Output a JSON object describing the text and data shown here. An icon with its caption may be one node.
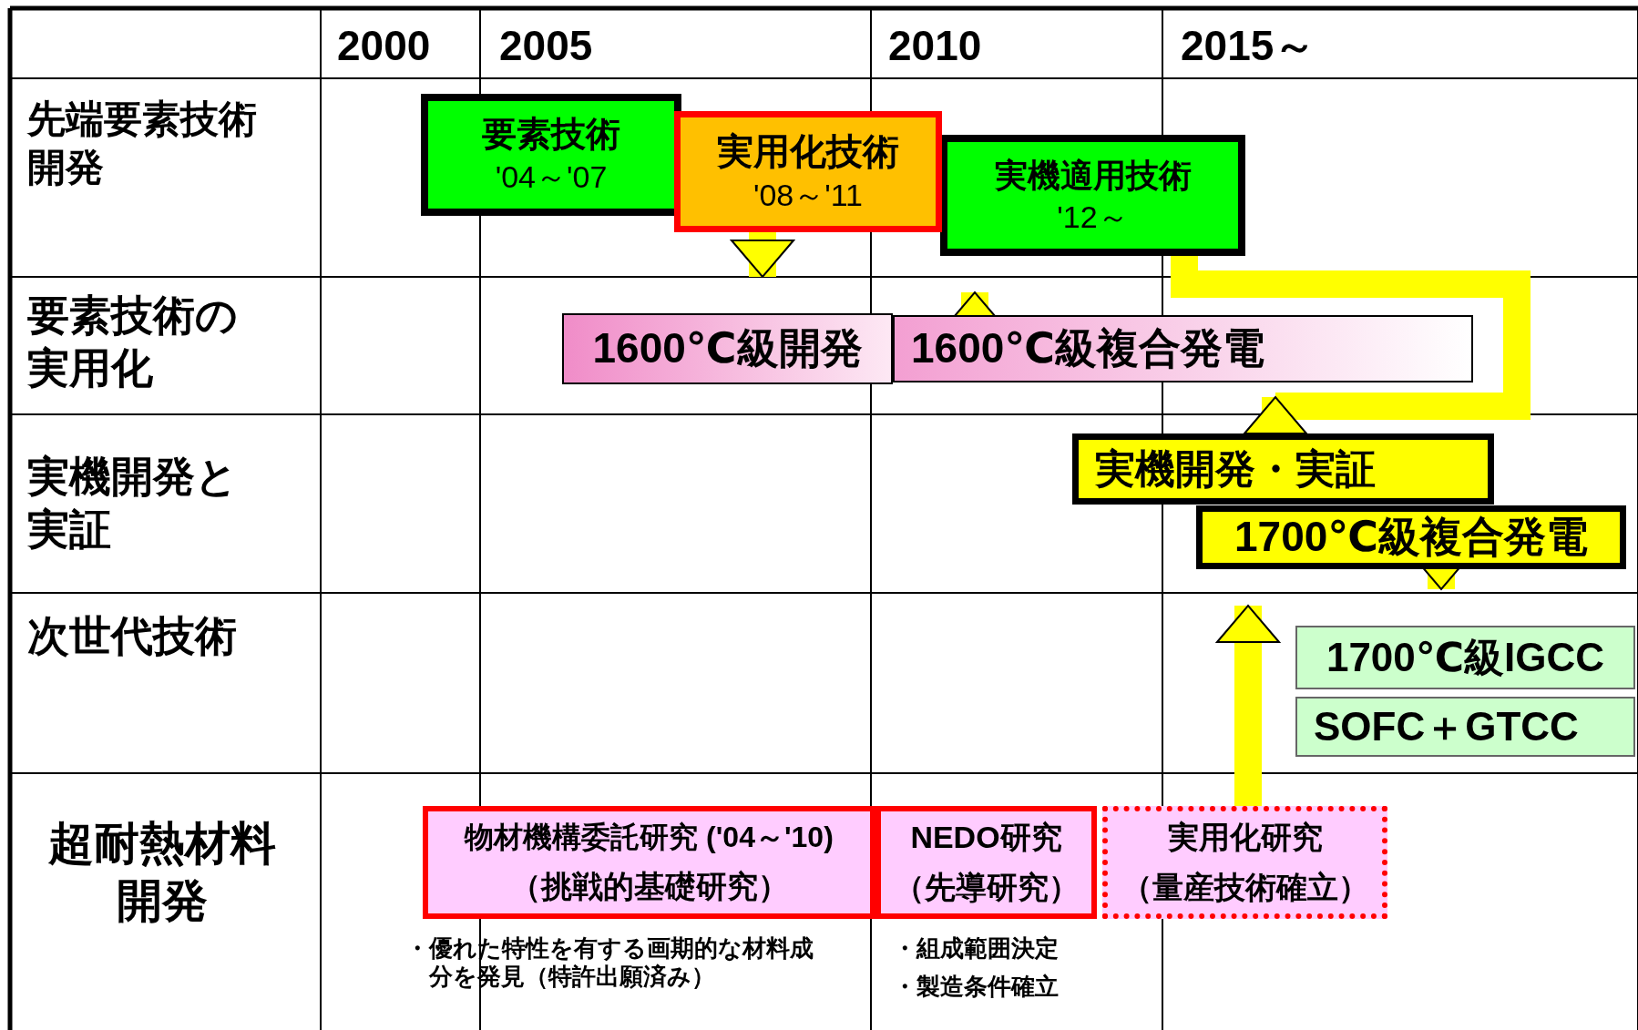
{
  "diagram": {
    "nodes": [
      {
        "text": [
          "要素技術",
          "'04～'07"
        ]
      },
      {
        "text": [
          "実用化技術",
          "'08～'11"
        ]
      },
      {
        "text": [
          "実機適用技術",
          "'12～"
        ]
      },
      {
        "text": [
          "1600℃級開発"
        ]
      },
      {
        "text": [
          "1600℃級複合発電"
        ]
      },
      {
        "text": [
          "実機開発・実証"
        ]
      },
      {
        "text": [
          "1700℃級複合発電"
        ]
      },
      {
        "text": [
          "1700℃級IGCC"
        ]
      },
      {
        "text": [
          "SOFC＋GTCC"
        ]
      },
      {
        "text": [
          "物材機構委託研究 ('04～'10)",
          "（挑戦的基礎研究）"
        ],
        "beside": [
          "・優れた特性を有する画期的な材料成分を発見（特許出願済み）"
        ]
      },
      {
        "text": [
          "NEDO研究",
          "（先導研究）"
        ],
        "beside": [
          "・組成範囲決定",
          "・製造条件確立"
        ]
      },
      {
        "text": [
          "実用化研究",
          "（量産技術確立）"
        ]
      }
    ],
    "edges": [
      {
        "from": 1,
        "to": 3,
        "arrow": "to"
      },
      {
        "from": 4,
        "to": 2,
        "arrow": "to"
      },
      {
        "from": 2,
        "to": 5,
        "arrow": "to"
      },
      {
        "from": 11,
        "to": 6,
        "arrow": "to"
      },
      {
        "from": 6,
        "to": 7,
        "arrow": "to"
      }
    ],
    "labels": [
      "2000",
      "2005",
      "2010",
      "2015～",
      "先端要素技術開発",
      "要素技術の実用化",
      "実機開発と実証",
      "次世代技術",
      "超耐熱材料開発"
    ]
  }
}
